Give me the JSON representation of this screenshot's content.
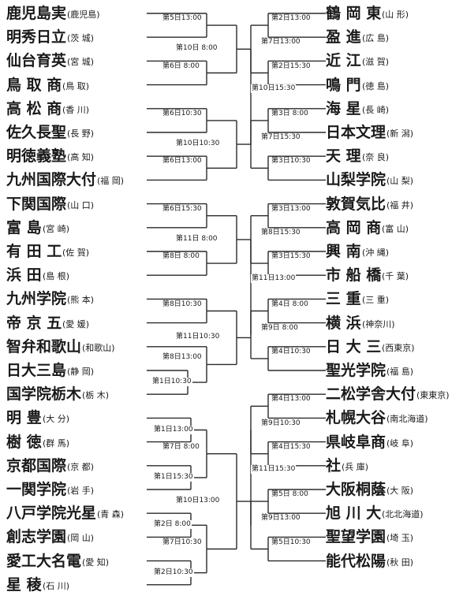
{
  "left_teams": [
    {
      "name": "鹿児島実",
      "pref": "(鹿児島)"
    },
    {
      "name": "明秀日立",
      "pref": "(茨 城)"
    },
    {
      "name": "仙台育英",
      "pref": "(宮 城)"
    },
    {
      "name": "鳥 取 商",
      "pref": "(鳥 取)"
    },
    {
      "name": "高 松 商",
      "pref": "(香 川)"
    },
    {
      "name": "佐久長聖",
      "pref": "(長 野)"
    },
    {
      "name": "明徳義塾",
      "pref": "(高 知)"
    },
    {
      "name": "九州国際大付",
      "pref": "(福 岡)"
    },
    {
      "name": "下関国際",
      "pref": "(山 口)"
    },
    {
      "name": "富 島",
      "pref": "(宮 崎)"
    },
    {
      "name": "有 田 工",
      "pref": "(佐 賀)"
    },
    {
      "name": "浜 田",
      "pref": "(島 根)"
    },
    {
      "name": "九州学院",
      "pref": "(熊 本)"
    },
    {
      "name": "帝 京 五",
      "pref": "(愛 媛)"
    },
    {
      "name": "智弁和歌山",
      "pref": "(和歌山)"
    },
    {
      "name": "日大三島",
      "pref": "(静 岡)"
    },
    {
      "name": "国学院栃木",
      "pref": "(栃 木)"
    },
    {
      "name": "明 豊",
      "pref": "(大 分)"
    },
    {
      "name": "樹 徳",
      "pref": "(群 馬)"
    },
    {
      "name": "京都国際",
      "pref": "(京 都)"
    },
    {
      "name": "一関学院",
      "pref": "(岩 手)"
    },
    {
      "name": "八戸学院光星",
      "pref": "(青 森)"
    },
    {
      "name": "創志学園",
      "pref": "(岡 山)"
    },
    {
      "name": "愛工大名電",
      "pref": "(愛 知)"
    },
    {
      "name": "星 稜",
      "pref": "(石 川)"
    }
  ],
  "right_teams": [
    {
      "name": "鶴 岡 東",
      "pref": "(山 形)"
    },
    {
      "name": "盈 進",
      "pref": "(広 島)"
    },
    {
      "name": "近 江",
      "pref": "(滋 賀)"
    },
    {
      "name": "鳴 門",
      "pref": "(徳 島)"
    },
    {
      "name": "海 星",
      "pref": "(長 崎)"
    },
    {
      "name": "日本文理",
      "pref": "(新 潟)"
    },
    {
      "name": "天 理",
      "pref": "(奈 良)"
    },
    {
      "name": "山梨学院",
      "pref": "(山 梨)"
    },
    {
      "name": "敦賀気比",
      "pref": "(福 井)"
    },
    {
      "name": "高 岡 商",
      "pref": "(富 山)"
    },
    {
      "name": "興 南",
      "pref": "(沖 縄)"
    },
    {
      "name": "市 船 橋",
      "pref": "(千 葉)"
    },
    {
      "name": "三 重",
      "pref": "(三 重)"
    },
    {
      "name": "横 浜",
      "pref": "(神奈川)"
    },
    {
      "name": "日 大 三",
      "pref": "(西東京)"
    },
    {
      "name": "聖光学院",
      "pref": "(福 島)"
    },
    {
      "name": "二松学舎大付",
      "pref": "(東東京)"
    },
    {
      "name": "札幌大谷",
      "pref": "(南北海道)"
    },
    {
      "name": "県岐阜商",
      "pref": "(岐 阜)"
    },
    {
      "name": "社",
      "pref": "(兵 庫)"
    },
    {
      "name": "大阪桐蔭",
      "pref": "(大 阪)"
    },
    {
      "name": "旭 川 大",
      "pref": "(北北海道)"
    },
    {
      "name": "聖望学園",
      "pref": "(埼 玉)"
    },
    {
      "name": "能代松陽",
      "pref": "(秋 田)"
    }
  ],
  "left_labels": [
    "第5日13:00",
    "第10日 8:00",
    "第6日 8:00",
    "第6日10:30",
    "第10日10:30",
    "第6日13:00",
    "第6日15:30",
    "第11日 8:00",
    "第8日 8:00",
    "第8日10:30",
    "第11日10:30",
    "第8日13:00",
    "第1日10:30",
    "第1日13:00",
    "第7日 8:00",
    "第1日15:30",
    "第10日13:00",
    "第2日 8:00",
    "第7日10:30",
    "第2日10:30"
  ],
  "right_labels": [
    "第2日13:00",
    "第7日13:00",
    "第2日15:30",
    "第10日15:30",
    "第3日 8:00",
    "第7日15:30",
    "第3日10:30",
    "第3日13:00",
    "第8日15:30",
    "第3日15:30",
    "第11日13:00",
    "第4日 8:00",
    "第9日 8:00",
    "第4日10:30",
    "第4日13:00",
    "第9日10:30",
    "第4日15:30",
    "第11日15:30",
    "第5日 8:00",
    "第9日13:00",
    "第5日10:30"
  ]
}
